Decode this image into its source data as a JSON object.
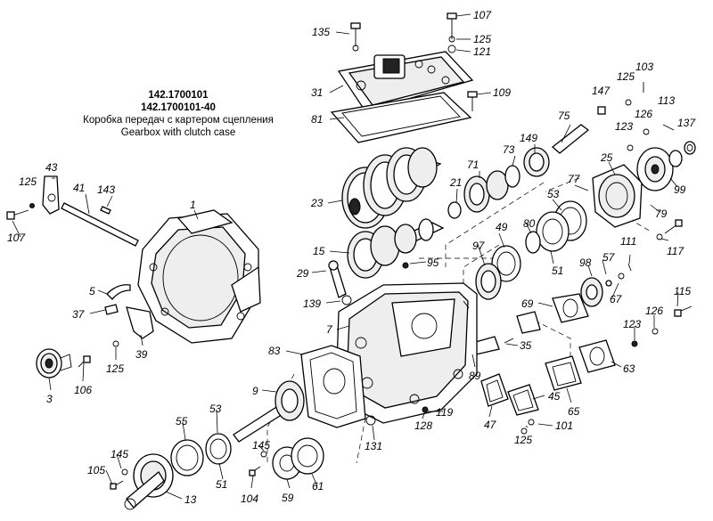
{
  "title": {
    "code1": "142.1700101",
    "code2": "142.1700101-40",
    "name_ru": "Коробка передач с картером сцепления",
    "name_en": "Gearbox with clutch case"
  },
  "callouts": {
    "c135": "135",
    "c107a": "107",
    "c125a": "125",
    "c121": "121",
    "c31": "31",
    "c109": "109",
    "c81": "81",
    "c103": "103",
    "c125b": "125",
    "c147": "147",
    "c113": "113",
    "c126a": "126",
    "c137": "137",
    "c75": "75",
    "c123a": "123",
    "c149": "149",
    "c73": "73",
    "c71": "71",
    "c25": "25",
    "c43": "43",
    "c125c": "125",
    "c41": "41",
    "c143": "143",
    "c107b": "107",
    "c1": "1",
    "c23": "23",
    "c21": "21",
    "c77": "77",
    "c99": "99",
    "c53a": "53",
    "c79": "79",
    "c80": "80",
    "c49": "49",
    "c117": "117",
    "c15": "15",
    "c97": "97",
    "c111": "111",
    "c95": "95",
    "c51a": "51",
    "c57": "57",
    "c98": "98",
    "c29": "29",
    "c5": "5",
    "c115": "115",
    "c67": "67",
    "c139": "139",
    "c69": "69",
    "c37": "37",
    "c7": "7",
    "c126b": "126",
    "c123b": "123",
    "c39": "39",
    "c35": "35",
    "c83": "83",
    "c125d": "125",
    "c3": "3",
    "c106": "106",
    "c89": "89",
    "c63": "63",
    "c9": "9",
    "c45": "45",
    "c119": "119",
    "c128": "128",
    "c65": "65",
    "c47": "47",
    "c55": "55",
    "c53b": "53",
    "c131": "131",
    "c125e": "125",
    "c101": "101",
    "c145a": "145",
    "c145b": "145",
    "c105": "105",
    "c51b": "51",
    "c104": "104",
    "c59": "59",
    "c61": "61",
    "c13": "13"
  }
}
